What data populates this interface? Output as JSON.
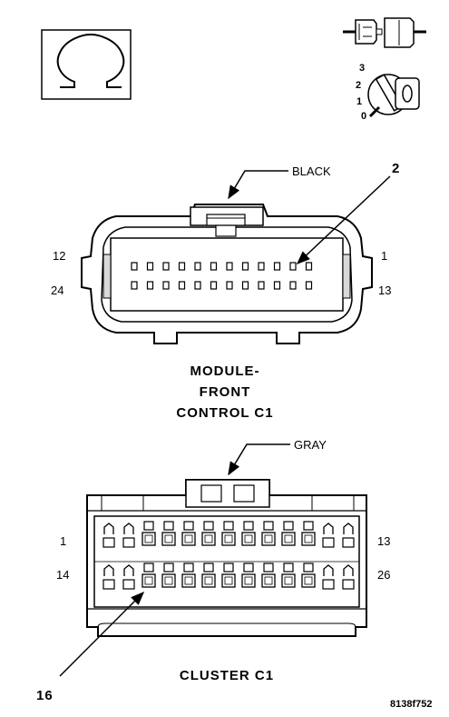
{
  "legend": {
    "ignition_positions": [
      "3",
      "2",
      "1",
      "0"
    ]
  },
  "top_connector": {
    "color_label": "BLACK",
    "callout_pin": "2",
    "left_top_pin": "12",
    "left_bottom_pin": "24",
    "right_top_pin": "1",
    "right_bottom_pin": "13",
    "title_line1": "MODULE-",
    "title_line2": "FRONT",
    "title_line3": "CONTROL C1",
    "pins_per_row": 12
  },
  "bottom_connector": {
    "color_label": "GRAY",
    "left_top_pin": "1",
    "left_bottom_pin": "14",
    "right_top_pin": "13",
    "right_bottom_pin": "26",
    "callout_pin": "16",
    "title": "CLUSTER C1"
  },
  "figure_id": "8138f752"
}
